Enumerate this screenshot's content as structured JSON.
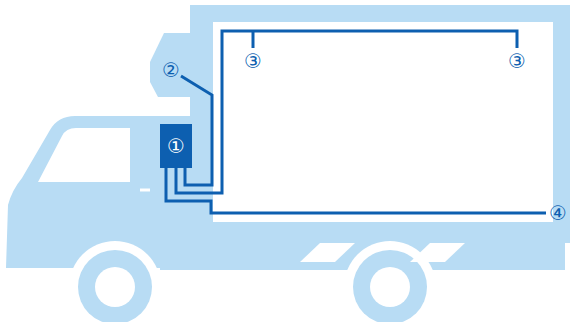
{
  "diagram": {
    "labels": [
      "①",
      "②",
      "③",
      "③",
      "④"
    ]
  }
}
